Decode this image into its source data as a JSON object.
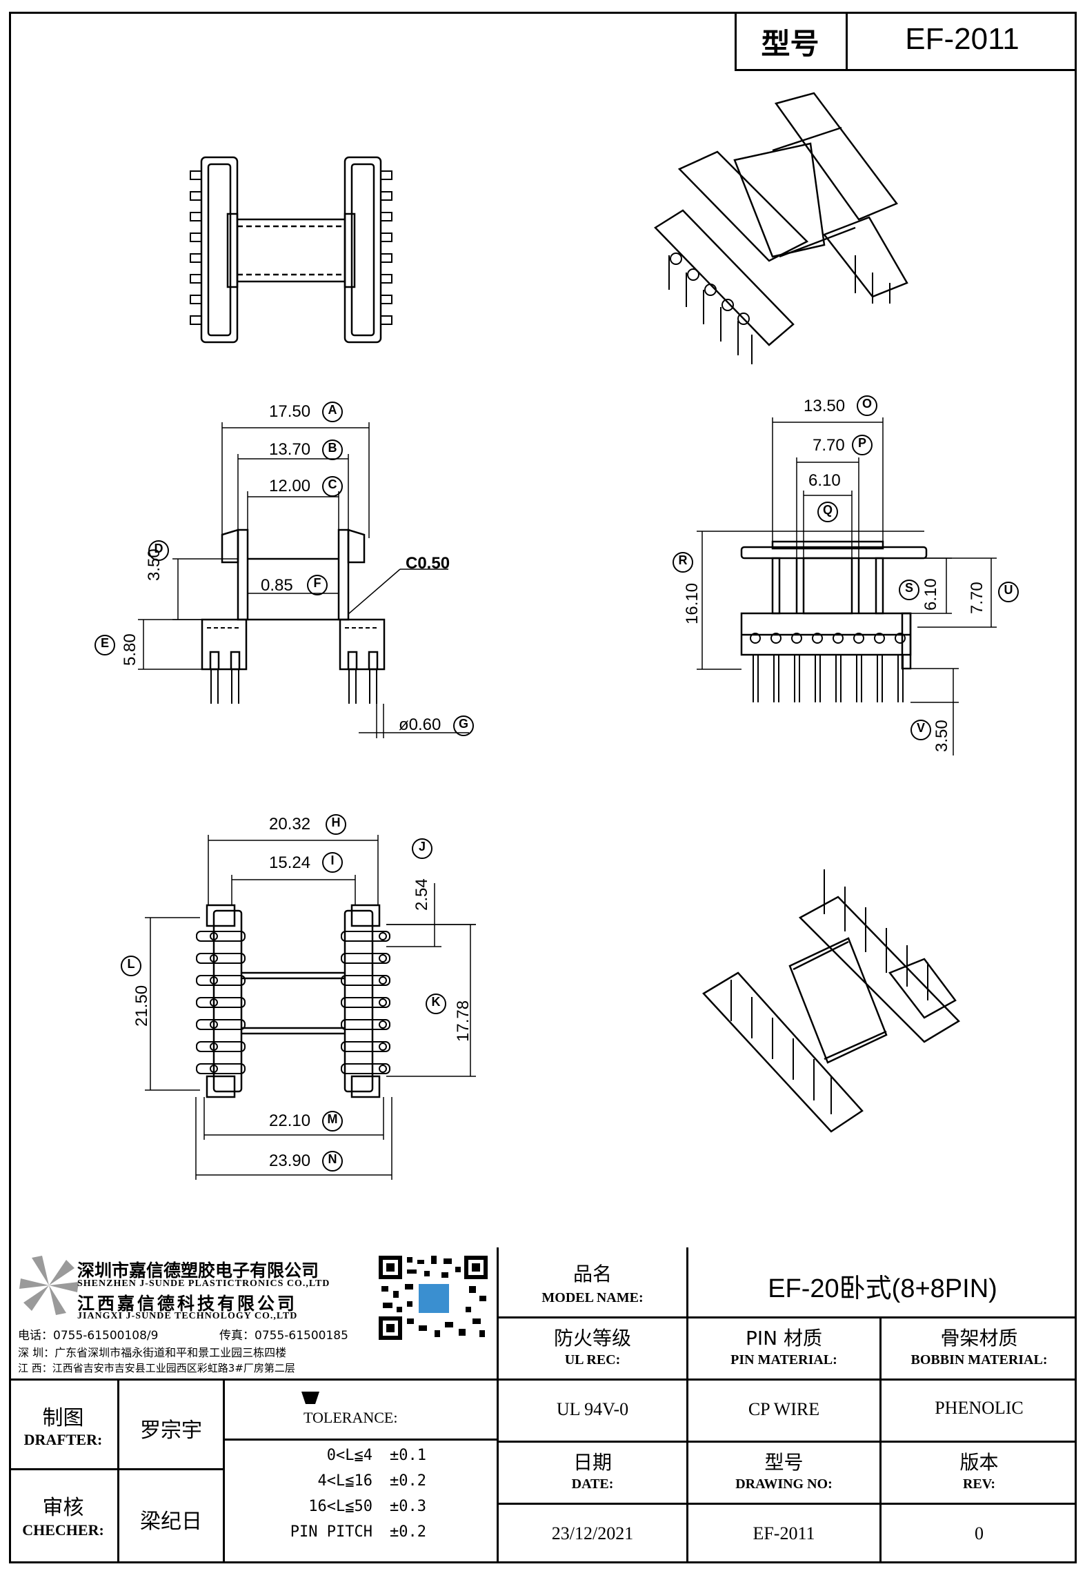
{
  "title_block": {
    "model_label": "型号",
    "model_value": "EF-2011"
  },
  "dimensions": {
    "side_a": "17.50",
    "side_a_tag": "A",
    "side_b": "13.70",
    "side_b_tag": "B",
    "side_c": "12.00",
    "side_c_tag": "C",
    "side_d": "3.50",
    "side_d_tag": "D",
    "side_e": "5.80",
    "side_e_tag": "E",
    "side_f": "0.85",
    "side_f_tag": "F",
    "side_g": "ø0.60",
    "side_g_tag": "G",
    "chamfer": "C0.50",
    "front_o": "13.50",
    "front_o_tag": "O",
    "front_p": "7.70",
    "front_p_tag": "P",
    "front_q": "6.10",
    "front_q_tag": "Q",
    "front_r": "16.10",
    "front_r_tag": "R",
    "front_s": "6.10",
    "front_s_tag": "S",
    "front_u": "7.70",
    "front_u_tag": "U",
    "front_v": "3.50",
    "front_v_tag": "V",
    "bottom_h": "20.32",
    "bottom_h_tag": "H",
    "bottom_i": "15.24",
    "bottom_i_tag": "I",
    "bottom_j": "2.54",
    "bottom_j_tag": "J",
    "bottom_k": "17.78",
    "bottom_k_tag": "K",
    "bottom_l": "21.50",
    "bottom_l_tag": "L",
    "bottom_m": "22.10",
    "bottom_m_tag": "M",
    "bottom_n": "23.90",
    "bottom_n_tag": "N"
  },
  "company": {
    "name_sz": "深圳市嘉信德塑胶电子有限公司",
    "name_sz_en": "SHENZHEN J-SUNDE PLASTICTRONICS CO.,LTD",
    "name_jx": "江西嘉信德科技有限公司",
    "name_jx_en": "JIANGXI J-SUNDE TECHNOLOGY CO.,LTD",
    "phone": "电话：0755-61500108/9",
    "fax": "传真：0755-61500185",
    "addr_sz": "深 圳：广东省深圳市福永街道和平和景工业园三栋四楼",
    "addr_jx": "江 西：江西省吉安市吉安县工业园西区彩虹路3#厂房第二层"
  },
  "info": {
    "product_label_cn": "品名",
    "product_label_en": "MODEL NAME:",
    "product_value": "EF-20卧式(8+8PIN)",
    "ul_label_cn": "防火等级",
    "ul_label_en": "UL REC:",
    "pin_label_cn": "PIN 材质",
    "pin_label_en": "PIN MATERIAL:",
    "bobbin_label_cn": "骨架材质",
    "bobbin_label_en": "BOBBIN MATERIAL:",
    "ul_value": "UL 94V-0",
    "pin_value": "CP WIRE",
    "bobbin_value": "PHENOLIC",
    "date_label_cn": "日期",
    "date_label_en": "DATE:",
    "drawing_label_cn": "型号",
    "drawing_label_en": "DRAWING NO:",
    "rev_label_cn": "版本",
    "rev_label_en": "REV:",
    "date_value": "23/12/2021",
    "drawing_value": "EF-2011",
    "rev_value": "0"
  },
  "people": {
    "drafter_cn": "制图",
    "drafter_en": "DRAFTER:",
    "drafter_name": "罗宗宇",
    "checker_cn": "审核",
    "checker_en": "CHECHER:",
    "checker_name": "梁纪日"
  },
  "tolerance": {
    "label": "TOLERANCE:",
    "rows": [
      {
        "range": "0<L≦4",
        "value": "±0.1"
      },
      {
        "range": "4<L≦16",
        "value": "±0.2"
      },
      {
        "range": "16<L≦50",
        "value": "±0.3"
      },
      {
        "range": "PIN PITCH",
        "value": "±0.2"
      }
    ]
  }
}
